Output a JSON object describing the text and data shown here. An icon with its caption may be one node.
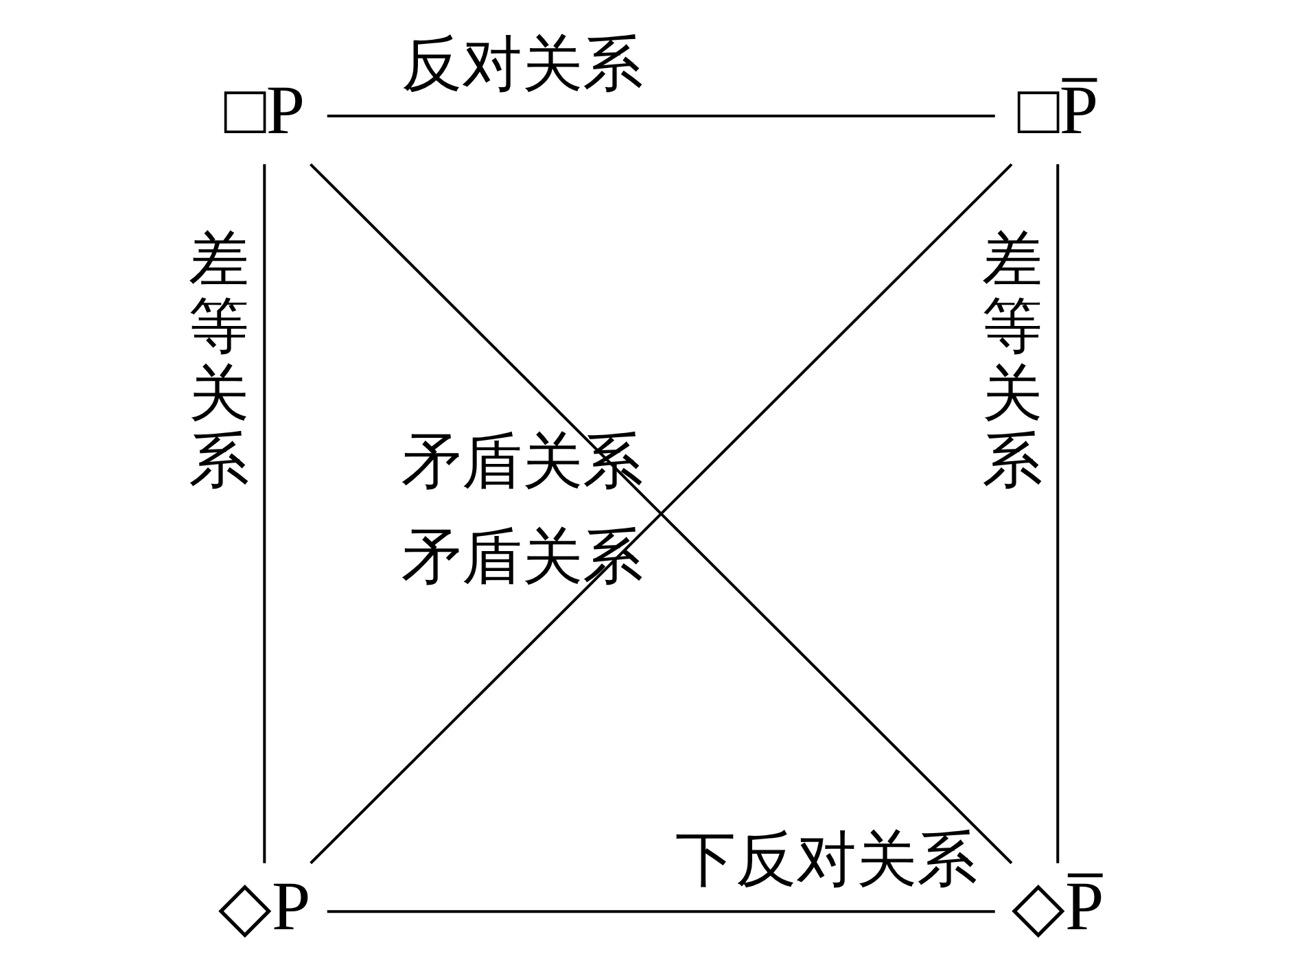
{
  "diagram": {
    "nodes": [
      {
        "text": [
          "□P"
        ]
      },
      {
        "text": [
          "□P̅"
        ]
      },
      {
        "text": [
          "◇P"
        ]
      },
      {
        "text": [
          "◇P̅"
        ]
      }
    ],
    "edges": [
      {
        "from": 0,
        "to": 1,
        "arrow": "none",
        "label": "反对关系"
      },
      {
        "from": 0,
        "to": 2,
        "arrow": "none",
        "label": "差等关系"
      },
      {
        "from": 1,
        "to": 3,
        "arrow": "none",
        "label": "差等关系"
      },
      {
        "from": 0,
        "to": 3,
        "arrow": "none",
        "label": "矛盾关系"
      },
      {
        "from": 1,
        "to": 2,
        "arrow": "none",
        "label": "矛盾关系"
      },
      {
        "from": 2,
        "to": 3,
        "arrow": "none",
        "label": "下反对关系"
      }
    ]
  }
}
